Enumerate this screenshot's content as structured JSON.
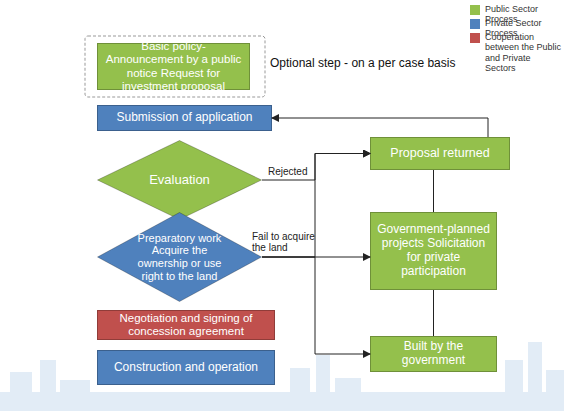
{
  "diagram": {
    "nodes": [
      {
        "text": [
          "Basic policy-Announcement by a public notice Request for investment proposal"
        ]
      },
      {
        "text": [
          "Submission of application"
        ]
      },
      {
        "text": [
          "Evaluation"
        ]
      },
      {
        "text": [
          "Proposal returned"
        ]
      },
      {
        "text": [
          "Preparatory work Acquire the ownership or use right to the land"
        ]
      },
      {
        "text": [
          "Government-planned projects Solicitation for private participation"
        ]
      },
      {
        "text": [
          "Negotiation and signing of concession agreement"
        ]
      },
      {
        "text": [
          "Built by the government"
        ]
      },
      {
        "text": [
          "Construction and operation"
        ]
      }
    ],
    "edges": [
      {
        "from": 2,
        "to": 3,
        "label": "Rejected",
        "arrow": "to"
      },
      {
        "from": 4,
        "to": 3,
        "arrow": "to"
      },
      {
        "from": 4,
        "to": 5,
        "label": "Fail to acquire the land",
        "arrow": "to"
      },
      {
        "from": 4,
        "to": 7,
        "arrow": "to"
      },
      {
        "from": 3,
        "to": 1,
        "arrow": "to"
      },
      {
        "from": 3,
        "to": 5,
        "arrow": "none"
      },
      {
        "from": 5,
        "to": 7,
        "arrow": "none"
      }
    ],
    "labels": [
      "Optional step - on a per case basis"
    ],
    "legend": [
      {
        "text": "Public Sector Process",
        "color": "#94c04c"
      },
      {
        "text": "Private Sector Process",
        "color": "#4f81bd"
      },
      {
        "text": "Cooperation between the Public and Private Sectors",
        "color": "#c0504d"
      }
    ]
  }
}
